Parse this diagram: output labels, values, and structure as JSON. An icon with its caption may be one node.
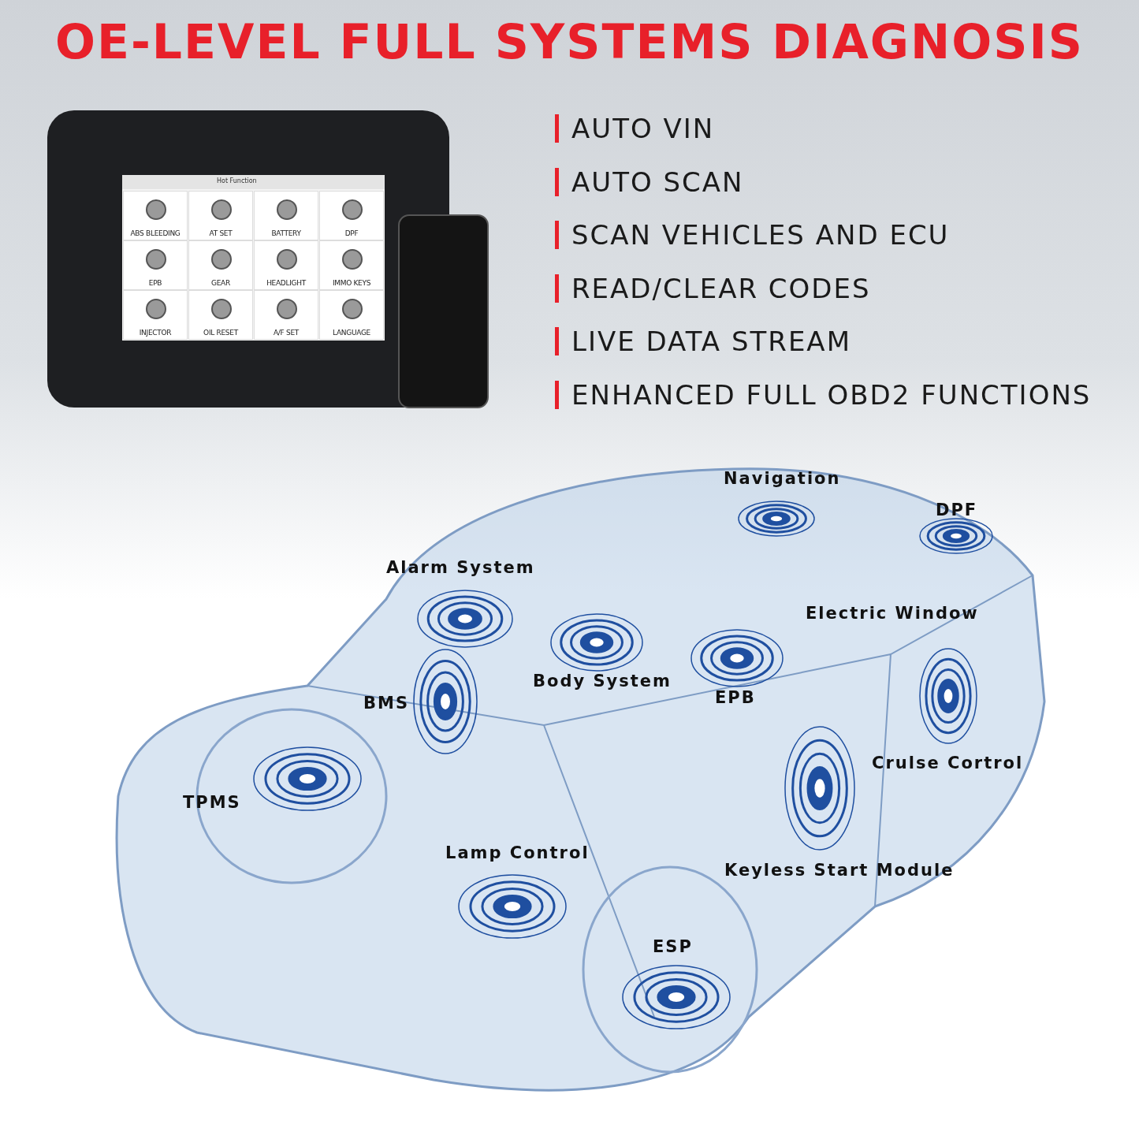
{
  "diagram": {
    "title": "OE-LEVEL FULL SYSTEMS DIAGNOSIS",
    "labels": [
      "Hot Function",
      "ABS BLEEDING",
      "AT SET",
      "BATTERY",
      "DPF",
      "EPB",
      "GEAR",
      "HEADLIGHT",
      "IMMO KEYS",
      "INJECTOR",
      "OIL RESET",
      "A/F SET",
      "LANGUAGE",
      "AUTO VIN",
      "AUTO SCAN",
      "SCAN VEHICLES AND ECU",
      "READ/CLEAR CODES",
      "LIVE DATA STREAM",
      "ENHANCED FULL OBD2 FUNCTIONS",
      "Navigation",
      "DPF",
      "Alarm System",
      "Electric Window",
      "Body System",
      "BMS",
      "EPB",
      "Crulse Cortrol",
      "TPMS",
      "Lamp Control",
      "Keyless Start Module",
      "ESP"
    ]
  }
}
